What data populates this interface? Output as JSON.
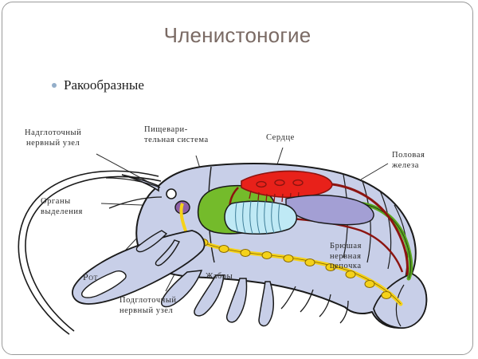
{
  "slide": {
    "title": "Членистоногие",
    "bullets": [
      {
        "label": "Ракообразные",
        "marker": "bullet-dot"
      }
    ]
  },
  "figure": {
    "name": "crayfish-internal-anatomy-diagram",
    "labels": [
      {
        "id": "supraesophageal-ganglion",
        "lines": [
          "Надглоточный",
          "нервный узел"
        ]
      },
      {
        "id": "digestive-system",
        "lines": [
          "Пищевари-",
          "тельная система"
        ]
      },
      {
        "id": "heart",
        "lines": [
          "Сердце"
        ]
      },
      {
        "id": "gonad",
        "lines": [
          "Половая",
          "железа"
        ]
      },
      {
        "id": "excretory-organs",
        "lines": [
          "Органы",
          "выделения"
        ]
      },
      {
        "id": "mouth",
        "lines": [
          "Рот"
        ]
      },
      {
        "id": "gills",
        "lines": [
          "Жабры"
        ]
      },
      {
        "id": "ventral-nerve-cord",
        "lines": [
          "Брюшая",
          "нервная",
          "цепочка"
        ]
      },
      {
        "id": "subesophageal-ganglion",
        "lines": [
          "Подглоточный",
          "нервный узел"
        ]
      }
    ],
    "colors": {
      "body_fill": "#c8cfe8",
      "outline": "#1a1a1a",
      "heart": "#e8211a",
      "heart_dark": "#8c1410",
      "stomach_green": "#74bb2b",
      "intestine_green": "#5aa81e",
      "gills_blue": "#bfe9f5",
      "nerve_yellow": "#f5d21a",
      "gonad_purple": "#a39fd4",
      "excretory_purple": "#8d5fa8",
      "artery_darkred": "#8c1410",
      "leader_line": "#2b2b2b",
      "title_color": "#7a6a64",
      "bullet_color": "#93aec9",
      "frame_color": "#9a9a9a"
    }
  }
}
